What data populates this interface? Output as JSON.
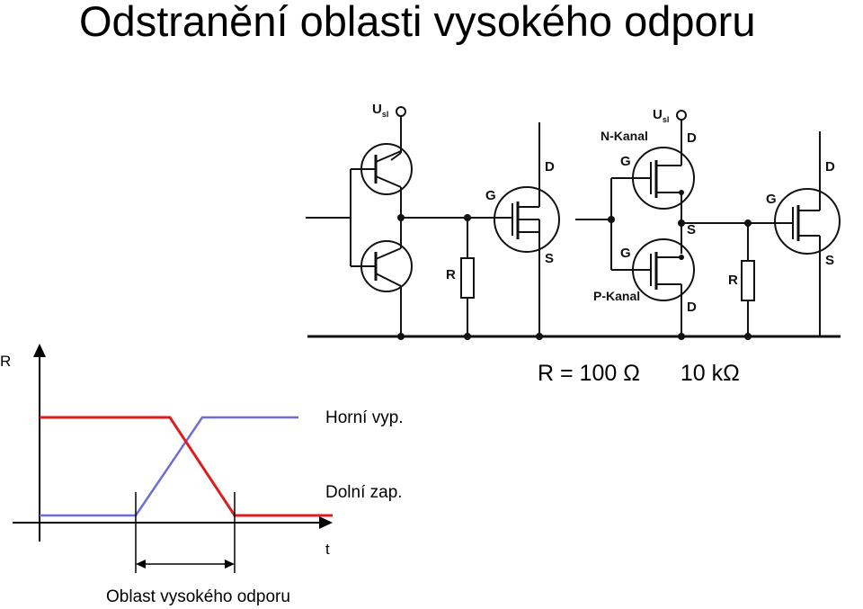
{
  "title": "Odstranění oblasti vysokého odporu",
  "circuit": {
    "supply_left": "U",
    "supply_left_sub": "sl",
    "supply_right": "U",
    "supply_right_sub": "sl",
    "n_kanal": "N-Kanal",
    "p_kanal": "P-Kanal",
    "gate": "G",
    "drain": "D",
    "source": "S",
    "resistor": "R"
  },
  "graph": {
    "y_axis_label": "R",
    "x_axis_label": "t",
    "upper_label": "Horní vyp.",
    "lower_label": "Dolní zap.",
    "region_label": "Oblast vysokého odporu",
    "colors": {
      "red": "#dd1c1c",
      "blue": "#6e6ed6",
      "axis": "#000000"
    }
  },
  "resistance_values": [
    "R = 100 Ω",
    "10 kΩ"
  ]
}
